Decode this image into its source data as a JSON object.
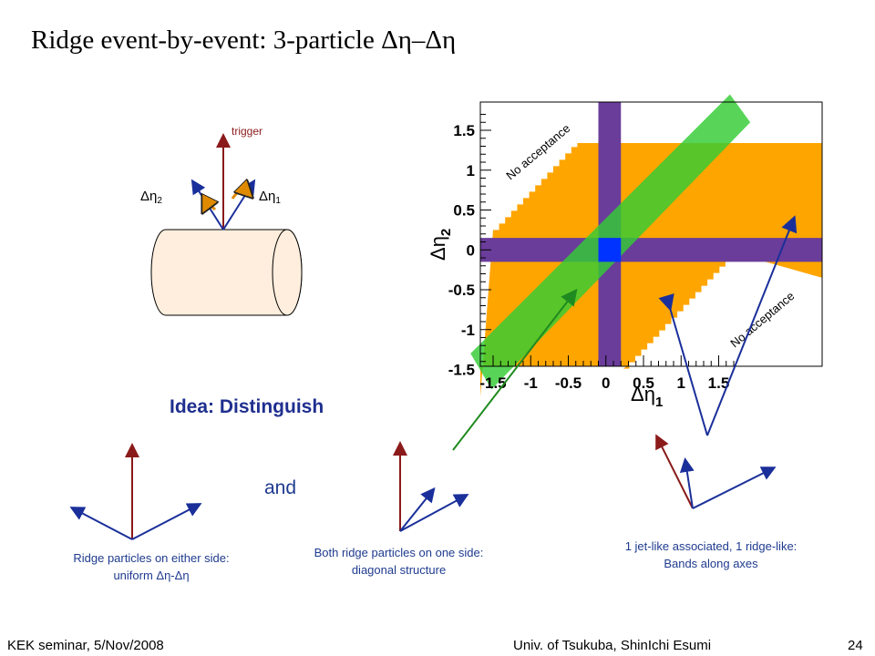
{
  "title": "Ridge event-by-event: 3-particle Δη–Δη",
  "schematic": {
    "trigger_label": "trigger",
    "deta1_label": "Δη",
    "deta1_sub": "1",
    "deta2_label": "Δη",
    "deta2_sub": "2"
  },
  "plot": {
    "no_acceptance_upper": "No acceptance",
    "no_acceptance_lower": "No acceptance",
    "x_axis_label": "Δη",
    "x_axis_sub": "1",
    "y_axis_label": "Δη",
    "y_axis_sub": "2",
    "x_ticks": [
      "-1.5",
      "-1",
      "-0.5",
      "0",
      "0.5",
      "1",
      "1.5"
    ],
    "y_ticks": [
      "1.5",
      "1",
      "0.5",
      "0",
      "-0.5",
      "-1",
      "-1.5"
    ],
    "colors": {
      "acceptance": "#ffa500",
      "band": "#6a3d9a",
      "diagonal": "#33cc33",
      "center": "#0033ff"
    }
  },
  "idea_text": "Idea: Distinguish",
  "and_text": "and",
  "captions": {
    "uniform_line1": "Ridge particles on either side:",
    "uniform_line2": "uniform Δη-Δη",
    "diagonal_line1": "Both ridge particles on one side:",
    "diagonal_line2": "diagonal structure",
    "bands_line1": "1 jet-like associated, 1 ridge-like:",
    "bands_line2": "Bands along axes"
  },
  "footer": {
    "left": "KEK seminar, 5/Nov/2008",
    "center": "Univ. of Tsukuba, ShinIchi Esumi",
    "page": "24"
  }
}
